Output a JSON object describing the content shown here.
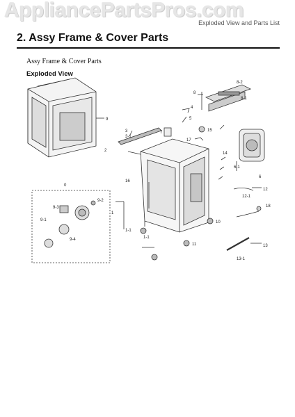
{
  "watermark": "AppliancePartsPros.com",
  "header": {
    "right_text": "Exploded View and Parts List",
    "title": "2.  Assy Frame & Cover Parts",
    "subtitle": "Assy Frame & Cover Parts",
    "section": "Exploded View"
  },
  "callouts": {
    "c1": "1",
    "c1_1": "1-1",
    "c2": "2",
    "c3": "3",
    "c3_1": "3-1",
    "c4": "4",
    "c5": "5",
    "c6": "6",
    "c6_1": "6-1",
    "c7": "7",
    "c8": "8",
    "c8_1": "8-1",
    "c8_2": "8-2",
    "c9": "9",
    "c9_1": "9-1",
    "c9_2": "9-2",
    "c9_3": "9-3",
    "c9_4": "9-4",
    "c10": "10",
    "c11": "11",
    "c12": "12",
    "c12_1": "12-1",
    "c13": "13",
    "c13_1": "13-1",
    "c14": "14",
    "c15": "15",
    "c16": "16",
    "c17": "17",
    "c18": "18",
    "c0": "0",
    "c1_1b": "1-1"
  }
}
